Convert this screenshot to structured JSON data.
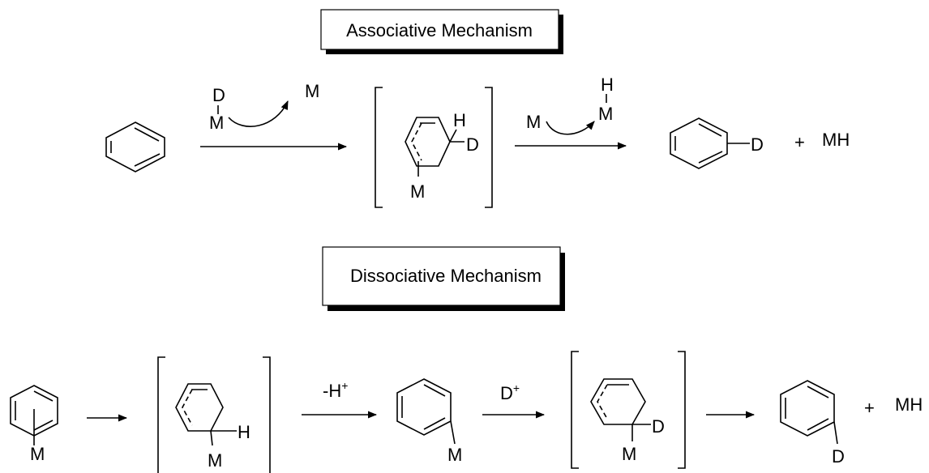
{
  "associative": {
    "title": "Associative Mechanism",
    "reagent_d": "D",
    "reagent_m": "M",
    "leaving_m": "M",
    "int_h": "H",
    "int_d": "D",
    "int_m": "M",
    "step2_m": "M",
    "step2_h": "H",
    "step2_m2": "M",
    "product_d": "D",
    "plus": "+",
    "byproduct": "MH"
  },
  "dissociative": {
    "title": "Dissociative Mechanism",
    "sm_m": "M",
    "int1_h": "H",
    "int1_m": "M",
    "arrow2_label": "-H",
    "arrow2_sup": "+",
    "arylm_m": "M",
    "arrow3_label": "D",
    "arrow3_sup": "+",
    "int2_d": "D",
    "int2_m": "M",
    "product_d": "D",
    "plus": "+",
    "byproduct": "MH"
  }
}
